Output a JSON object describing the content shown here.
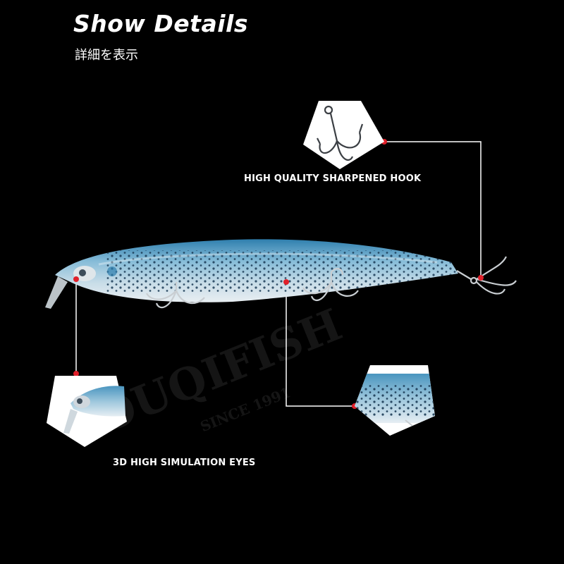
{
  "header": {
    "title": "Show Details",
    "subtitle": "詳細を表示"
  },
  "callouts": {
    "hook_label": "HIGH QUALITY SHARPENED HOOK",
    "eyes_label": "3D HIGH SIMULATION EYES"
  },
  "watermark": {
    "brand": "OUQIFISH",
    "since": "SINCE 1991"
  },
  "colors": {
    "background": "#000000",
    "lure_body": "#8fb8cf",
    "lure_back": "#3f8fb8",
    "callout_dot": "#e0202a",
    "callout_line": "#ffffff"
  },
  "icons": [
    "treble-hook-icon",
    "lure-eye-detail",
    "lure-scale-detail"
  ]
}
